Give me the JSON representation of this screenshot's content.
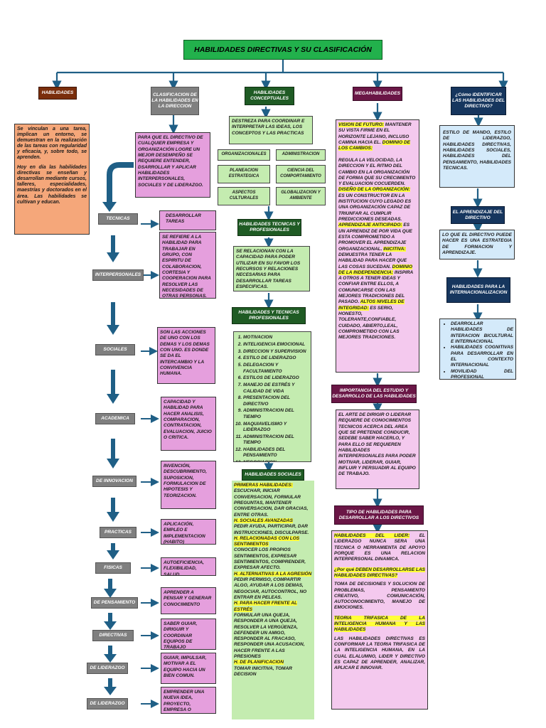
{
  "title": "HABILIDADES DIRECTIVAS Y SU CLASIFICACIÓN",
  "colors": {
    "title_bg": "#22b14c",
    "connector": "#1f5f86",
    "pink": "#e59fdd",
    "light_pink": "#f4c9ee",
    "green": "#c4ecb0",
    "dark_green": "#1f5b24",
    "blue": "#d4eafa",
    "navy": "#16365e",
    "wine": "#6a1646",
    "salmon": "#f5a77a",
    "brown": "#7a2e0c",
    "grey": "#7f7f7f",
    "highlight": "#ffff3a"
  },
  "col1": {
    "header": "HABILIDADES",
    "text": "Se vinculan a una tarea, implican un entorno, se demuestran en la realización de las tareas con regularidad y eficacia, y, sobre todo, se aprenden.",
    "text2": "Hoy en día las habilidades directivas se enseñan y desarrollan mediante cursos, talleres, especialidades, maestrías y doctorados en el área. Las habilidades se cultivan y educan."
  },
  "col2": {
    "header": "CLASIFICACION DE LA HABILIDADES EN LA DIRECCION",
    "intro": "PARA QUE EL DIRECTIVO DE CUALQUIER EMPRESA Y ORGANIZACIÓN LOGRE UN MEJOR DESEMPEÑO SE REQUIERE ENTENDER, DSARROLLAR Y APLICAR HABILIDADES INTERPERSONALES, SOCIALES Y DE LIDERAZGO.",
    "items": [
      {
        "label": "TECNICAS",
        "desc": "DESARROLLAR TAREAS"
      },
      {
        "label": "INTERPERSONALES",
        "desc": "SE REFIERE A LA HABILIDAD PARA TRABAJAR EN GRUPO, CON ESPIRITU DE COLABORACION, CORTESIA Y COOPERACION PARA RESOLVER LAS NECESIDADES DE OTRAS PERSONAS."
      },
      {
        "label": "SOCIALES",
        "desc": "SON LAS ACCIONES DE UNO CON LOS DEMAS Y LOS DEMAS CON UNO. ES DONDE SE DA EL INTERCAMBIO Y LA CONVIVENCIA HUMANA."
      },
      {
        "label": "ACADEMICA",
        "desc": "CAPACIDAD Y HABILIDAD PARA HACER ANALISIS, COMPARACION, CONTRATACION, EVALUACION, JUICIO O CRITICA."
      },
      {
        "label": "DE INNOVACION",
        "desc": "INVENCIÓN, DESCUBRIMIENTO, SUPOSICION, FORMULACION DE HIPOTESIS Y TEORIZACION."
      },
      {
        "label": "PRACTICAS",
        "desc": "APLICACIÓN, EMPLEO E IMPLEMENTACION (HABITO)"
      },
      {
        "label": "FISICAS",
        "desc": "AUTOEFICIENCIA, FLEXIBILIDAD, SALUD"
      },
      {
        "label": "DE PENSAMIENTO",
        "desc": "APRENDER A PENSAR Y GENERAR CONOCIMIENTO"
      },
      {
        "label": "DIRECTIVAS",
        "desc": "SABER GUIAR, DIRIGUIR Y COORDINAR EQUIPOS DE TRABAJO"
      },
      {
        "label": "DE LIDERAZGO",
        "desc": "GUIAR, IMPULSAR, MOTIVAR A EL EQUIPO HACIA UN BIEN COMUN."
      },
      {
        "label": "DE LIDERAZGO",
        "desc": "EMPRENDER UNA NUEVA IDEA, PROYECTO, EMPRESA O NEGOCIO."
      }
    ]
  },
  "col3": {
    "header": "HABILIDADES CONCEPTUALES",
    "intro": "DESTREZA PARA COORDINAR E INTERPRETAR LAS IDEAS, LOS CONCEPTOS Y LAS PRACTICAS",
    "grid": [
      "ORGANIZACIONALES",
      "ADMINISTRACION",
      "PLANEACION ESTRATEGICA",
      "CIENCIA DEL COMPORTAMIENTO",
      "ASPECTOS CULTURALES",
      "GLOBALIZACION Y AMBIENTE"
    ],
    "tec_header": "HABILIDADES TECNICAS Y PROFESIONALES",
    "tec_text": "SE RELACIONAN CON LA CAPACIDAD PARA PODER UTILIZAR EN SU FAVOR LOS RECURSOS Y RELACIONES NECESARIAS PARA DESARROLLAR TAREAS ESPECIFICAS.",
    "list_header": "HABILIDADES Y TECNICAS PROFESIONALES",
    "list": [
      "MOTIVACION",
      "INTELIGENCIA EMOCIONAL",
      "DIRECCION Y SUPERVISION",
      "ESTILO DE LIDERAZGO",
      "DELEGACION Y FACULTAMIENTO",
      "ESTILOS DE LIDERAZGO",
      "MANEJO DE ESTRÉS Y CALIDAD DE VIDA",
      "PRESENTACION DEL DIRECTIVO",
      "ADMINISTRACION DEL TIEMPO",
      "MAQUIAVELISMO Y LIDERAZGO",
      "ADMINISTRACION DEL TIEMPO",
      "HABILIDADES DEL PENSAMIENTO",
      "NEGOCIACION",
      "MOTIVACION"
    ],
    "soc_header": "HABILIDADES SOCIALES",
    "soc": [
      {
        "h": "PRIMERAS HABILIDADES:",
        "t": "ESCUCHAR, INICIAR CONVERSACION, FORMULAR PREGUNTAS, MANTENER CONVERSACION, DAR GRACIAS, ENTRE OTRAS."
      },
      {
        "h": "H. SOCIALES AVANZADAS",
        "t": "PEDIR AYUDA, PARTICIPAR, DAR INSTRUCCIONES, DISCULPARSE."
      },
      {
        "h": "H. RELACIONADAS CON LOS SENTIMIENTOS",
        "t": "CONOCER LOS PROPIOS SENTIMIENTOS, EXPRESAR SENTIMIENTOS, COMPRENDER, EXPRESAR AFECTO."
      },
      {
        "h": "H. ALTERNATIVAS A LA AGRESIÓN",
        "t": "PEDIR PERMISO, COMPARTIR ALGO, AYUDAR A LOS DEMAS, NEGOCIAR, AUTOCONTROL, NO ENTRAR EN PELEAS."
      },
      {
        "h": "H. PARA HACER FRENTE AL ESTRÉS",
        "t": "FORMULAR UNA QUEJA, RESPONDER A UNA QUEJA, RESOLVER LA VERGÜENZA, DEFENDER UN AMIGO, RESPONDER AL FRACASO, RESPONDER UNA ACUSACION, HACER FRENTE A LAS PRESIONES"
      },
      {
        "h": "H. DE PLANIFICACION",
        "t": "TOMAR INICITIVA, TOMAR DECISION"
      }
    ]
  },
  "col4": {
    "header": "MEGAHABILIDADES",
    "vision_h": "VISION DE FUTURO:",
    "vision_t": "MANTENER SU VISTA FIRME EN EL HORIZONTE LEJANO, INCLUSO CAMINA HACIA EL.",
    "cambio_h": "DOMINIO DE LOS CAMBIOS:",
    "cambio_t": "REGULA LA VELOCIDAD, LA DIRECCION Y EL RITMO DEL CAMBIO EN LA ORGANIZACIÓN DE FORMA QUE SU CRECIMIENTO Y EVALUACION COCUERDEN.",
    "diseno_h": "DISEÑO DE LA ORGANIZACIÓN:",
    "diseno_t": "ES UN CONSTRUCTOR EN LA INSTITUCION CUYO LEGADO ES UNA ORGANIZACIÓN CAPAZ DE TRIUNFAR AL CUMPLIR PREDICCIONES DESEADAS.",
    "aprend_h": "APRENDIZAJE ANTICIPADO:",
    "aprend_t": "ES UN APRENDIZ DE POR VIDA QUE ESTA COMPROMETIDO A PROMOVER EL APRENDIZAJE ORGANIZACIONAL.",
    "inic_h": "INICITIVA:",
    "inic_t": "DEMUESTRA TENER LA HABILIDAD PARA HACER QUE LAS COSAS SUCEDAN.",
    "indep_h": "DOMINIO DE LA INDEPENDENCIA:",
    "indep_t": "INSPIRA A OTROS A TENER IDEAS Y CONFIAR ENTRE ELLOS, A COMUNICARSE CON LAS MEJORES TRADICIONES DEL PASADO.",
    "integ_h": "ALTOS NIVELES DE INTEGRIDAD:",
    "integ_t": "ES SERIO, HONESTO, TOLERANTE,CONFIABLE, CUIDADO, ABIERTO,LEAL, COMPROMETIDO CON LAS MEJORES TRADICIONES.",
    "imp_header": "IMPORTANCIA DEL ESTUDIO Y DESARROLLO DE LAS HABILIDADES",
    "imp_text": "EL ARTE DE DIRIGIR O LIDERAR REQUIERE DE CONOCIMIENTOS TECNICOS ACERCA DEL AREA QUE SE PRETENDE CONDUCIR, SEDEBE SABER HACERLO, Y PARA ELLO SE REQUIEREN HABILIDADES INTERPERSONALES PARA PODER MOTIVAR, LIDERAR, GUIAR, INFLUIR Y PERSUADIR AL EQUIPO DE TRABAJO.",
    "tipo_header": "TIPO DE HABILIDADES PARA DESARROLLAR A LOS DIRECTIVOS",
    "lider_h": "HABILIDADES DEL LIDER:",
    "lider_t": "EL LIDERAZGO NUNCA SERA UNA TECNICA O HERRAMIENTA DE APOYO PORQUE ES UNA RELACION INTERPERSONAL DINAMICA.",
    "porque_h": "¿Por qué DEBEN DESARROLLARSE LAS HABILIDADES DIRECTIVAS?",
    "porque_t": "TOMA DE DECISIONES Y SOLUCION DE PROBLEMAS, PENSAMIENTO CREATIVO, COMUNICACIÓN, AUTOCONOCIMIENTO, MANEJO DE EMOCIONES.",
    "teoria_h": "TEORIA TRIFASICA DE LA INTELIGENCIA HUMANA Y LAS HABILIDADES",
    "teoria_t": "LAS HABILIDADES DIRECTIVAS ES CONFORMAR LA TEORIA TRIFASICA DE LA INTELIGENCIA HUMANA, EN LA CUAL ELALUMNO, LIDER Y DIRECTIVO ES CAPAZ DE APRENDER, ANALIZAR, APLICAR E INNOVAR."
  },
  "col5": {
    "header": "¿Cómo IDENTIFICAR LAS HABILIDADES DEL DIRECTIVO?",
    "text": "ESTILO DE MANDO, ESTILO DE LIDERAZGO, HABILIDADES DIRECTIVAS, HABILIDADES SOCIALES, HABILIDADES DEL PENSAMIENTO, HABILIDADES TECNICAS.",
    "apr_header": "EL APRENDIZAJE DEL DIRECTIVO",
    "apr_text": "LO QUE EL DIRECTIVO PUEDE HACER ES UNA ESTRATEGIA DE FORMACION Y APRENDIZAJE.",
    "int_header": "HABILIDADES PARA LA INTERNACIONALIZACION",
    "int_list": [
      "DEARROLLAR HABILIDADES DE INTERACION BICULTURAL E INTERNACIONAL",
      "HABILIDADES COGNITIVAS PARA DESARROLLAR EN EL CONTEXTO INTERNACIONAL",
      "MOVILIDAD DEL PROFESIONAL"
    ]
  }
}
